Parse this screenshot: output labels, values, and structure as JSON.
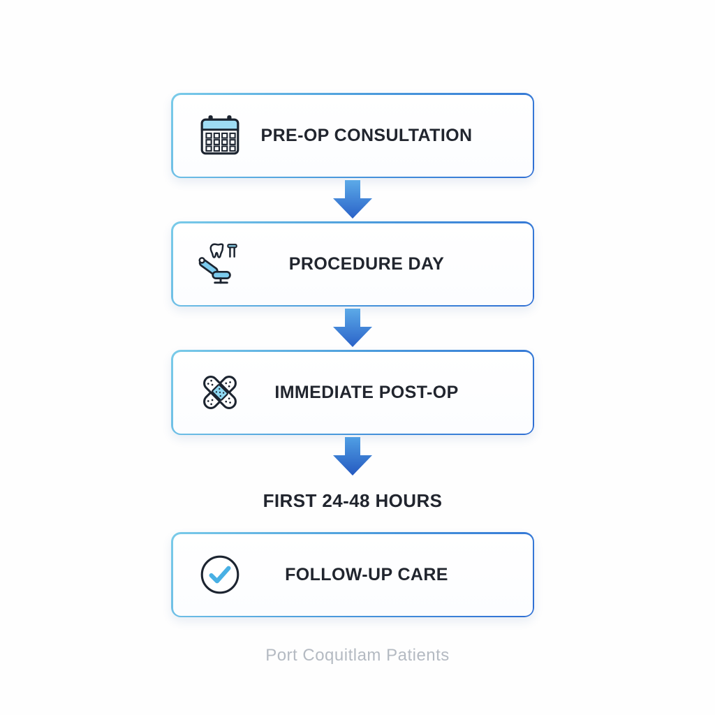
{
  "steps": [
    {
      "label": "PRE-OP CONSULTATION",
      "icon": "calendar-icon"
    },
    {
      "label": "PROCEDURE DAY",
      "icon": "dental-chair-icon"
    },
    {
      "label": "IMMEDIATE POST-OP",
      "icon": "bandage-icon"
    },
    {
      "label": "FOLLOW-UP CARE",
      "icon": "check-circle-icon"
    }
  ],
  "interstitial_label": "FIRST 24-48 HOURS",
  "footer": "Port Coquitlam Patients",
  "colors": {
    "box_border_gradient_start": "#7acbe9",
    "box_border_gradient_end": "#2f6fd4",
    "arrow_gradient_top": "#5caae8",
    "arrow_gradient_bottom": "#2a62c8",
    "icon_accent": "#8fd8f2",
    "icon_outline": "#1c2430",
    "label_text": "#21252e",
    "footer_text": "#b4bac2"
  }
}
